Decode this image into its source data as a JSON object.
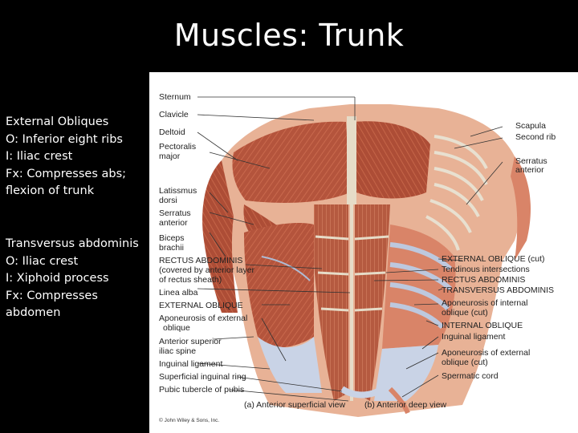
{
  "slide": {
    "title": "Muscles: Trunk",
    "notes": [
      {
        "lines": [
          "External Obliques",
          "O: Inferior eight ribs",
          "I: Iliac crest",
          "Fx: Compresses abs;",
          "flexion of trunk"
        ]
      },
      {
        "lines": [
          "Transversus abdominis",
          "O: Iliac crest",
          "I: Xiphoid process",
          "Fx: Compresses",
          "abdomen"
        ]
      }
    ]
  },
  "figure": {
    "left_labels": [
      "Sternum",
      "Clavicle",
      "Deltoid",
      "Pectoralis",
      "major",
      "Latissmus",
      "dorsi",
      "Serratus",
      "anterior",
      "Biceps",
      "brachii",
      "RECTUS ABDOMINIS",
      "(covered by anterior layer",
      "of rectus sheath)",
      "Linea alba",
      "EXTERNAL OBLIQUE",
      "Aponeurosis of external",
      "oblique",
      "Anterior superior",
      "iliac spine",
      "Inguinal ligament",
      "Superficial inguinal ring",
      "Pubic tubercle of pubis"
    ],
    "right_labels": [
      "Scapula",
      "Second rib",
      "Serratus",
      "anterior",
      "EXTERNAL OBLIQUE (cut)",
      "Tendinous intersections",
      "RECTUS ABDOMINIS",
      "TRANSVERSUS ABDOMINIS",
      "Aponeurosis of internal",
      "oblique (cut)",
      "INTERNAL OBLIQUE",
      "Inguinal ligament",
      "Aponeurosis of external",
      "oblique (cut)",
      "Spermatic cord"
    ],
    "captions": [
      "(a) Anterior superficial view",
      "(b) Anterior deep view"
    ],
    "credit": "© John Wiley & Sons, Inc.",
    "colors": {
      "muscle": "#b4543c",
      "muscle_light": "#d98468",
      "skin": "#e8b296",
      "aponeurosis": "#c9d3e6",
      "line": "#333333"
    }
  }
}
